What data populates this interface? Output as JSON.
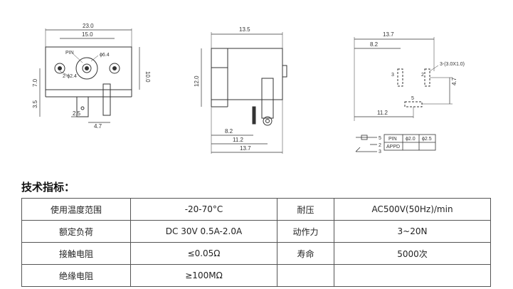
{
  "drawing": {
    "front": {
      "dims": [
        "23.0",
        "15.0",
        "10.0",
        "7.0",
        "3.5",
        "2.5",
        "4.7"
      ],
      "labels": [
        "PIN",
        "ϕ6.4",
        "2-ϕ2.4"
      ]
    },
    "side": {
      "dims": [
        "13.5",
        "12.0",
        "8.2",
        "11.2",
        "13.7"
      ]
    },
    "pcb": {
      "dims": [
        "13.7",
        "8.2",
        "11.2",
        "4.7"
      ],
      "labels": [
        "3-(3.0X1.0)",
        "3",
        "2",
        "5"
      ]
    },
    "pinTable": {
      "headers": [
        "PIN",
        "ϕ2.0",
        "ϕ2.5"
      ],
      "row": [
        "APPD",
        "",
        ""
      ],
      "pins": [
        "5",
        "2",
        "3"
      ]
    }
  },
  "section_title": "技术指标：",
  "spec_table": {
    "rows": [
      [
        "使用温度范围",
        "-20-70°C",
        "耐压",
        "AC500V(50Hz)/min"
      ],
      [
        "额定负荷",
        "DC 30V 0.5A-2.0A",
        "动作力",
        "3~20N"
      ],
      [
        "接触电阻",
        "≤0.05Ω",
        "寿命",
        "5000次"
      ],
      [
        "绝缘电阻",
        "≥100MΩ",
        "",
        ""
      ]
    ]
  }
}
